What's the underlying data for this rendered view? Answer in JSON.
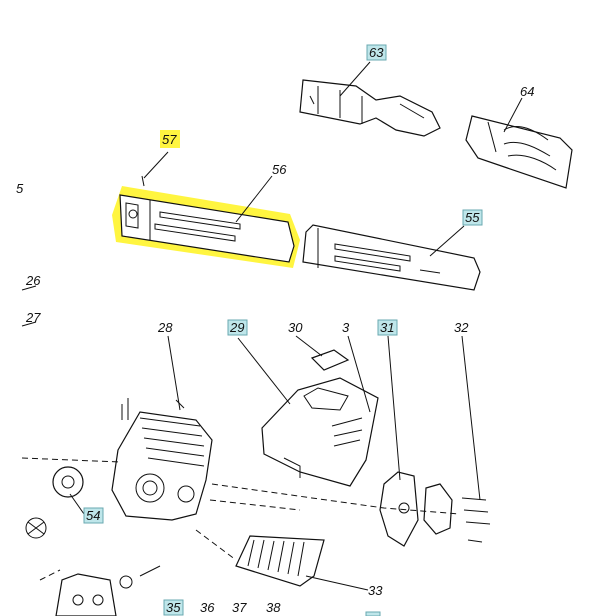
{
  "labels": {
    "p5": "5",
    "p26": "26",
    "p27": "27",
    "p28": "28",
    "p29": "29",
    "p30": "30",
    "p3": "3",
    "p31": "31",
    "p32": "32",
    "p33": "33",
    "p35": "35",
    "p36": "36",
    "p37": "37",
    "p38": "38",
    "p54": "54",
    "p55": "55",
    "p56": "56",
    "p57": "57",
    "p63": "63",
    "p64": "64"
  },
  "highlight_color": "#fff200",
  "box_color": "#bfe6ea",
  "icons": [
    "exploded-parts-diagram"
  ]
}
